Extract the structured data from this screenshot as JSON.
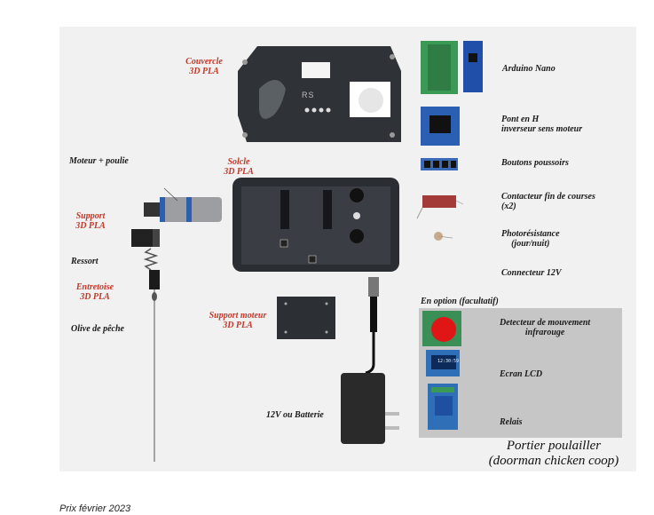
{
  "labels": {
    "couvercle": "Couvercle\n3D PLA",
    "socle": "Solcle\n3D PLA",
    "moteur": "Moteur + poulie",
    "support": "Support\n3D PLA",
    "ressort": "Ressort",
    "entretoise": "Entretoise\n3D PLA",
    "olive": "Olive de pêche",
    "support_moteur": "Support moteur\n3D PLA",
    "alim": "12V ou Batterie",
    "arduino": "Arduino Nano",
    "pont_h": "Pont en H\ninverseur sens moteur",
    "boutons": "Boutons poussoirs",
    "contacteur": "Contacteur fin de courses\n(x2)",
    "photo": "Photorésistance\n(jour/nuit)",
    "connecteur": "Connecteur 12V",
    "option": "En option (facultatif)",
    "detecteur": "Detecteur de mouvement\ninfrarouge",
    "ecran": "Ecran LCD",
    "relais": "Relais"
  },
  "title": "Portier poulailler\n(doorman chicken coop)",
  "price": "Prix février 2023",
  "box_logo": "RS",
  "lcd_readout": "12:30:59",
  "colors": {
    "label": "#1a1a1a",
    "part_label": "#c0392b",
    "panel": "#f1f1f1",
    "option_panel": "#c6c6c6"
  }
}
